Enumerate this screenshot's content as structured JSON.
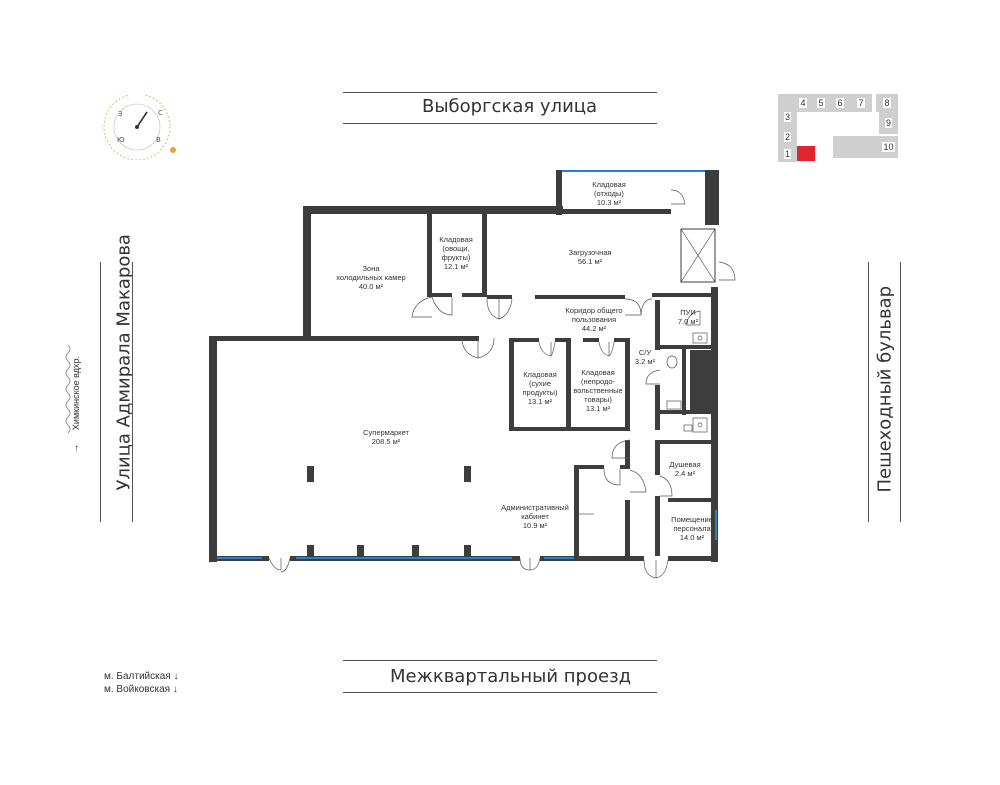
{
  "streets": {
    "top": "Выборгская улица",
    "bottom": "Межквартальный проезд",
    "left": "Улица Адмирала Макарова",
    "right": "Пешеходный бульвар"
  },
  "direction_labels": {
    "reservoir": "Химкинское вдхр.",
    "reservoir_arrow": "↑",
    "metro": [
      {
        "name": "м. Балтийская",
        "arrow": "↓"
      },
      {
        "name": "м. Войковская",
        "arrow": "↓"
      }
    ]
  },
  "compass": {
    "north": "С",
    "south": "Ю",
    "west": "З",
    "east": "В"
  },
  "keyplan": {
    "sections": [
      "1",
      "2",
      "3",
      "4",
      "5",
      "6",
      "7",
      "8",
      "9",
      "10"
    ],
    "highlight_color": "#e3242b"
  },
  "rooms": [
    {
      "id": "storage-waste",
      "name": "Кладовая\n(отходы)",
      "area": "10.3 м²"
    },
    {
      "id": "cold-rooms",
      "name": "Зона\nхолодильных камер",
      "area": "40.0 м²"
    },
    {
      "id": "storage-vegetables",
      "name": "Кладовая\n(овощи,\nфрукты)",
      "area": "12.1 м²"
    },
    {
      "id": "loading",
      "name": "Загрузочная",
      "area": "56.1 м²"
    },
    {
      "id": "corridor",
      "name": "Коридор общего\nпользования",
      "area": "44.2 м²"
    },
    {
      "id": "pui",
      "name": "ПУИ",
      "area": "7.0 м²"
    },
    {
      "id": "wc",
      "name": "С/У",
      "area": "3.2 м²"
    },
    {
      "id": "storage-dry",
      "name": "Кладовая\n(сухие\nпродукты)",
      "area": "13.1 м²"
    },
    {
      "id": "storage-nonfood",
      "name": "Кладовая\n(непродо-\nвольственные\nтовары)",
      "area": "13.1 м²"
    },
    {
      "id": "supermarket",
      "name": "Супермаркет",
      "area": "208.5 м²"
    },
    {
      "id": "shower",
      "name": "Душевая",
      "area": "2.4 м²"
    },
    {
      "id": "admin-office",
      "name": "Административный\nкабинет",
      "area": "10.9 м²"
    },
    {
      "id": "staff-room",
      "name": "Помещение\nперсонала",
      "area": "14.0 м²"
    }
  ],
  "colors": {
    "wall": "#3d3d3d",
    "window": "#2a7fd4",
    "accent": "#e3242b",
    "compass": "#e8a33a"
  }
}
